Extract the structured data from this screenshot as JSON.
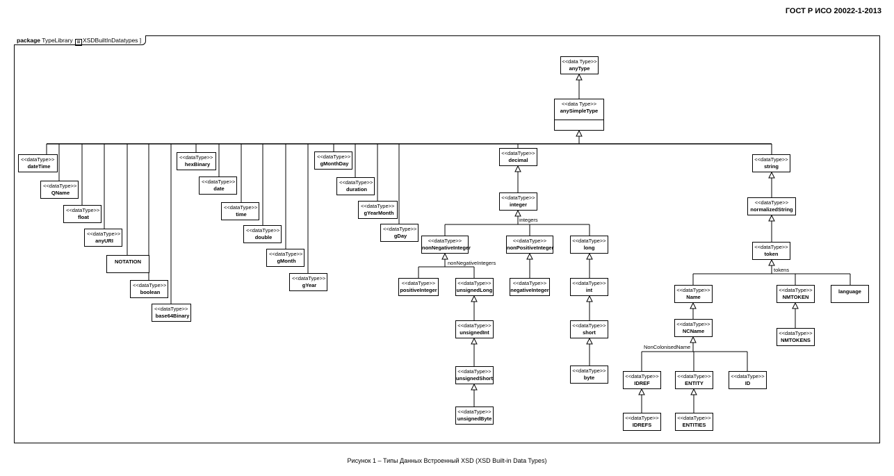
{
  "header": "ГОСТ Р ИСО 20022-1-2013",
  "package": {
    "keyword": "package",
    "name": "TypeLibrary",
    "diagram": "XSDBuiltInDatatypes"
  },
  "caption": "Рисунок 1 – Типы Данных Встроенный XSD (XSD Built-in Data Types)",
  "stereotypes": {
    "data_type_spaced": "<<data Type>>",
    "data_type": "<<dataType>>"
  },
  "types": {
    "anyType": "anyType",
    "anySimpleType": "anySimpleType",
    "dateTime": "dateTime",
    "QName": "QName",
    "float": "float",
    "anyURI": "anyURI",
    "NOTATION": "NOTATION",
    "boolean": "boolean",
    "base64Binary": "base64Binary",
    "hexBinary": "hexBinary",
    "date": "date",
    "time": "time",
    "double": "double",
    "gMonth": "gMonth",
    "gYear": "gYear",
    "gMonthDay": "gMonthDay",
    "duration": "duration",
    "gYearMonth": "gYearMonth",
    "gDay": "gDay",
    "decimal": "decimal",
    "integer": "integer",
    "nonNegativeInteger": "nonNegativeInteger",
    "nonPositiveInteger": "nonPositiveInteger",
    "long": "long",
    "positiveInteger": "positiveInteger",
    "unsignedLong": "unsignedLong",
    "negativeInteger": "negativeInteger",
    "int": "int",
    "unsignedInt": "unsignedInt",
    "short": "short",
    "unsignedShort": "unsignedShort",
    "byte": "byte",
    "unsignedByte": "unsignedByte",
    "string": "string",
    "normalizedString": "normalizedString",
    "token": "token",
    "Name": "Name",
    "NMTOKEN": "NMTOKEN",
    "language": "language",
    "NCName": "NCName",
    "NMTOKENS": "NMTOKENS",
    "IDREF": "IDREF",
    "ENTITY": "ENTITY",
    "ID": "ID",
    "IDREFS": "IDREFS",
    "ENTITIES": "ENTITIES"
  },
  "group_labels": {
    "integers": "integers",
    "nonNegativeIntegers": "nonNegativeIntegers",
    "tokens": "tokens",
    "NonColonisedName": "NonColonisedName"
  }
}
